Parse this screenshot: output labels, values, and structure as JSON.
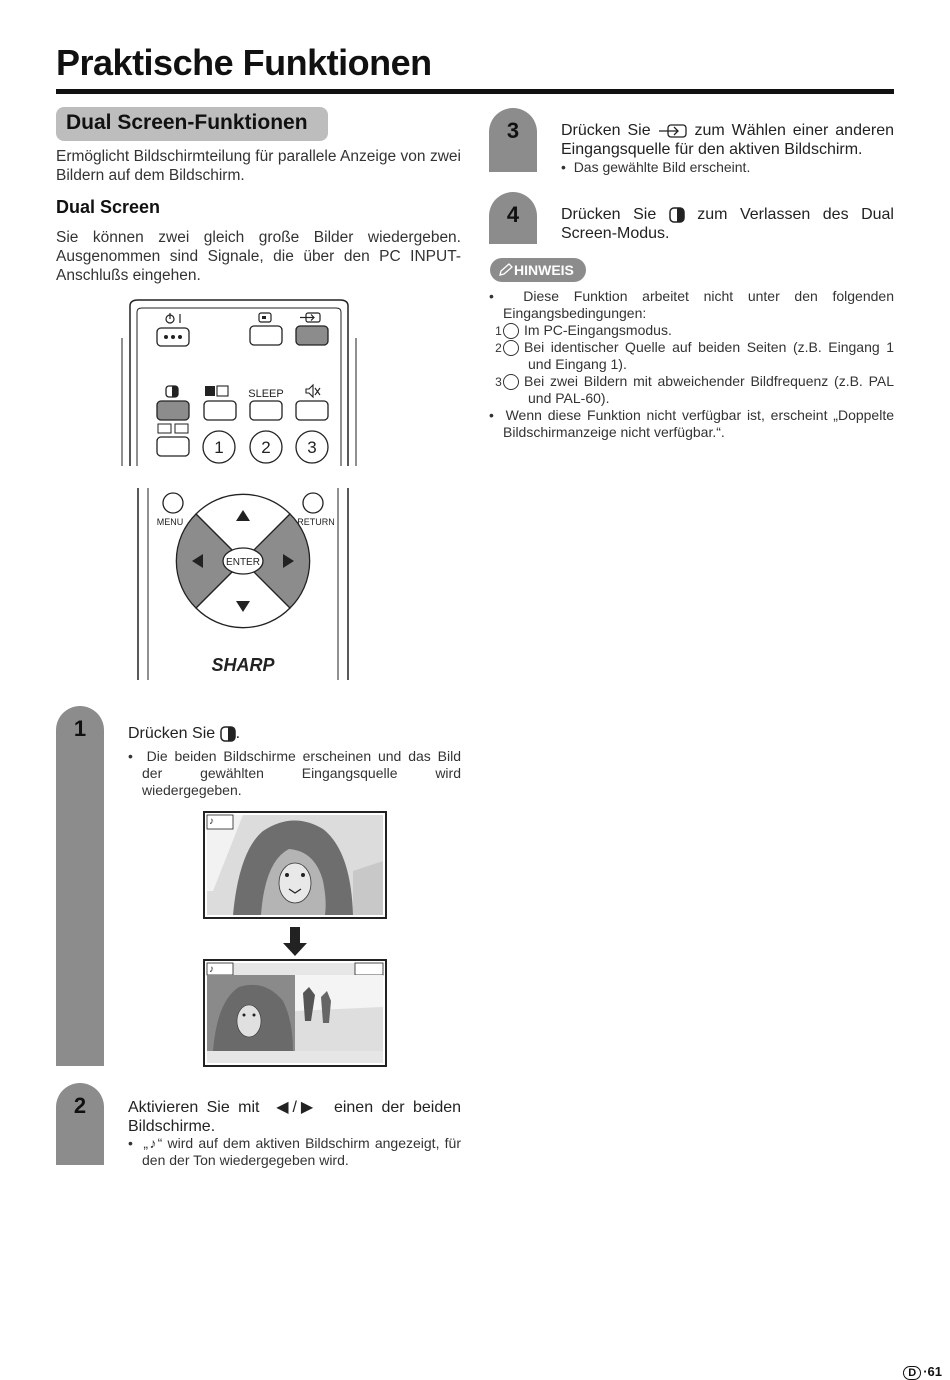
{
  "header": {
    "title": "Praktische Funktionen"
  },
  "section": {
    "title": "Dual Screen-Funktionen",
    "intro": "Ermöglicht Bildschirmteilung für parallele Anzeige von zwei Bildern auf dem Bildschirm.",
    "subheading": "Dual Screen",
    "description": "Sie können zwei gleich große Bilder wiedergeben. Ausgenommen sind Signale, die über den PC INPUT-Anschlußs eingehen."
  },
  "remote": {
    "sleep_label": "SLEEP",
    "num_1": "1",
    "num_2": "2",
    "num_3": "3",
    "menu_label": "MENU",
    "return_label": "RETURN",
    "enter_label": "ENTER",
    "brand": "SHARP"
  },
  "steps": [
    {
      "num": "1",
      "text_prefix": "Drücken Sie",
      "text_suffix": ".",
      "bullet": "Die beiden Bildschirme erscheinen und das Bild der gewählten Eingangsquelle wird wiedergegeben."
    },
    {
      "num": "2",
      "text_prefix": "Aktivieren Sie mit",
      "arrows": "◀/▶",
      "text_suffix": "einen der beiden Bildschirme.",
      "bullet_prefix": "„",
      "bullet_note": "♪",
      "bullet_suffix": "“ wird auf dem aktiven Bildschirm angezeigt, für den der Ton wiedergegeben wird."
    },
    {
      "num": "3",
      "text_prefix": "Drücken Sie",
      "text_suffix": "zum Wählen einer anderen Eingangsquelle für den aktiven Bildschirm.",
      "bullet": "Das gewählte Bild erscheint."
    },
    {
      "num": "4",
      "text_prefix": "Drücken Sie",
      "text_suffix": "zum Verlassen des Dual Screen-Modus."
    }
  ],
  "note": {
    "badge": "HINWEIS",
    "item1": "Diese Funktion arbeitet nicht unter den folgenden Eingangsbedingungen:",
    "conditions": [
      {
        "n": "1",
        "text": "Im PC-Eingangsmodus."
      },
      {
        "n": "2",
        "text": "Bei identischer Quelle auf beiden Seiten (z.B. Eingang 1 und Eingang 1)."
      },
      {
        "n": "3",
        "text": "Bei zwei Bildern mit abweichender Bildfrequenz (z.B. PAL und PAL-60)."
      }
    ],
    "item2": "Wenn diese Funktion nicht verfügbar ist, erscheint „Doppelte Bildschirmanzeige nicht verfügbar.“."
  },
  "screen_marker": "♪",
  "footer": {
    "lang": "D",
    "sep": "·",
    "page": "61"
  }
}
